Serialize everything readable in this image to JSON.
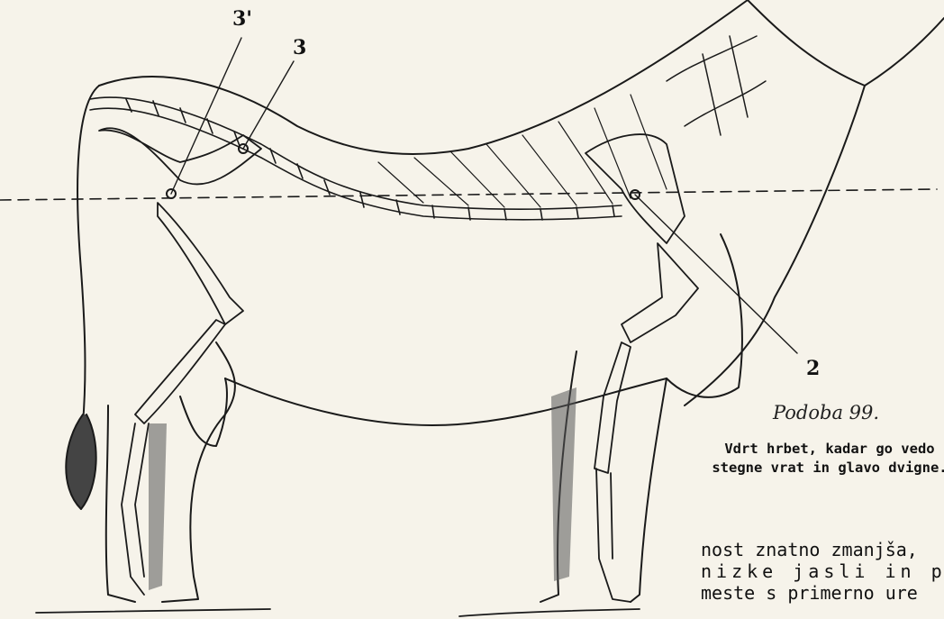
{
  "figure": {
    "labels": {
      "l3prime": "3'",
      "l3": "3",
      "l2": "2"
    }
  },
  "caption": {
    "title": "Podoba 99.",
    "text": "Vdrt hrbet, kadar go vedo stegne vrat in glavo dvigne."
  },
  "body_text": {
    "line1": "nost znatno zmanjša,",
    "line2": "nizke jasli in pro",
    "line3": "meste s primerno ure"
  }
}
